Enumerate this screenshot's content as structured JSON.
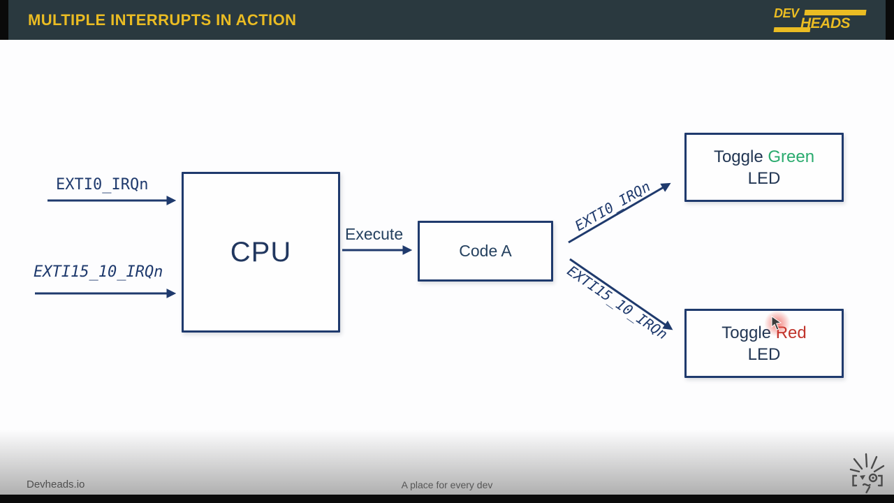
{
  "header": {
    "title": "MULTIPLE INTERRUPTS IN ACTION",
    "logo": {
      "top": "DEV",
      "bottom": "HEADS"
    }
  },
  "diagram": {
    "inputs": [
      {
        "label": "EXTI0_IRQn"
      },
      {
        "label": "EXTI15_10_IRQn"
      }
    ],
    "cpu": "CPU",
    "execute": "Execute",
    "code_a": "Code A",
    "branches": [
      {
        "label": "EXTI0_IRQn",
        "target_prefix": "Toggle",
        "target_colored": "Green",
        "target_line2": "LED"
      },
      {
        "label": "EXTI15_10_IRQn",
        "target_prefix": "Toggle",
        "target_colored": "Red",
        "target_line2": "LED"
      }
    ]
  },
  "footer": {
    "left": "Devheads.io",
    "center": "A place for every dev"
  },
  "colors": {
    "header_bg": "#2a393f",
    "accent_yellow": "#eabc23",
    "navy": "#1f3a6d",
    "green": "#2aab6e",
    "red": "#c0342b",
    "footer_text": "#4f4f4f"
  }
}
